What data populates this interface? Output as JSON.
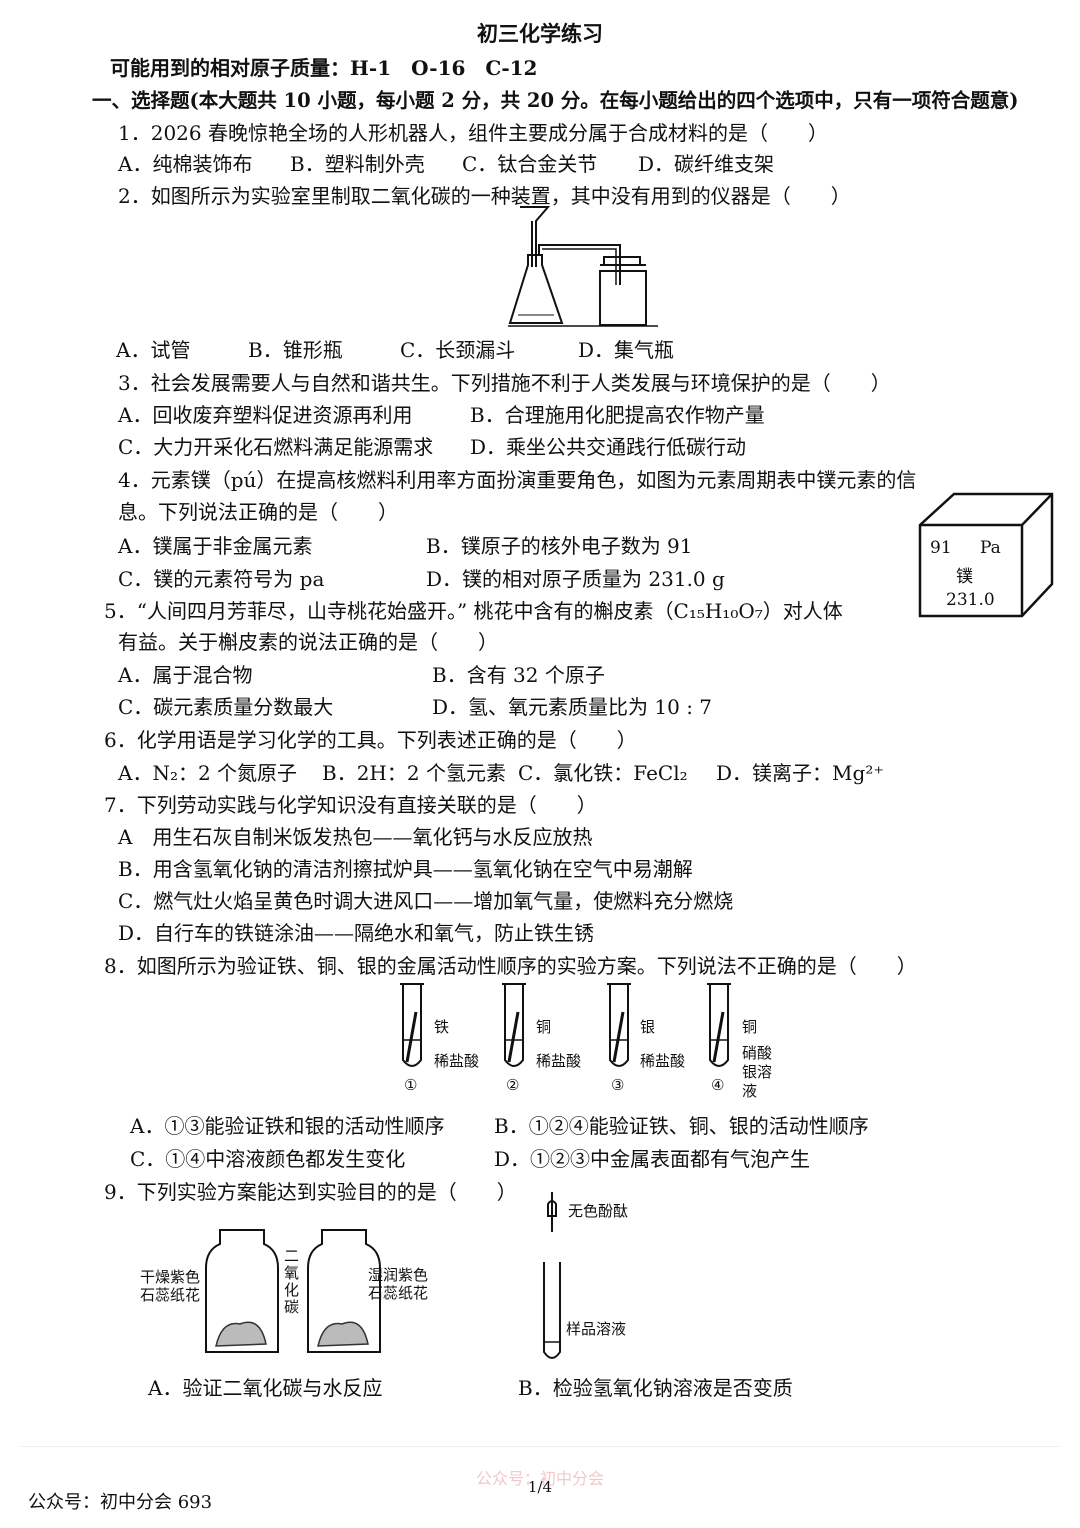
{
  "title": "初三化学练习",
  "atomic_masses": "可能用到的相对原子质量：H-1　O-16　C-12",
  "section_heading": "一、选择题(本大题共 10 小题，每小题 2 分，共 20 分。在每小题给出的四个选项中，只有一项符合题意)",
  "q1": {
    "stem": "1．2026 春晚惊艳全场的人形机器人，组件主要成分属于合成材料的是（　　）",
    "options": [
      "A．纯棉装饰布",
      "B．塑料制外壳",
      "C．钛合金关节",
      "D．碳纤维支架"
    ]
  },
  "q2": {
    "stem": "2．如图所示为实验室里制取二氧化碳的一种装置，其中没有用到的仪器是（　　）",
    "options": [
      "A．试管",
      "B．锥形瓶",
      "C．长颈漏斗",
      "D．集气瓶"
    ]
  },
  "q3": {
    "stem": "3．社会发展需要人与自然和谐共生。下列措施不利于人类发展与环境保护的是（　　）",
    "options": [
      "A．回收废弃塑料促进资源再利用",
      "B．合理施用化肥提高农作物产量",
      "C．大力开采化石燃料满足能源需求",
      "D．乘坐公共交通践行低碳行动"
    ]
  },
  "q4": {
    "stem_line1": "4．元素镤（pú）在提高核燃料利用率方面扮演重要角色，如图为元素周期表中镤元素的信",
    "stem_line2": "息。下列说法正确的是（　　）",
    "options": [
      "A．镤属于非金属元素",
      "B．镤原子的核外电子数为 91",
      "C．镤的元素符号为 pa",
      "D．镤的相对原子质量为 231.0 g"
    ],
    "element": {
      "number": "91",
      "symbol": "Pa",
      "name": "镤",
      "mass": "231.0"
    }
  },
  "q5": {
    "stem_line1": "5．“人间四月芳菲尽，山寺桃花始盛开。” 桃花中含有的槲皮素（C₁₅H₁₀O₇）对人体",
    "stem_line2": "有益。关于槲皮素的说法正确的是（　　）",
    "options": [
      "A．属于混合物",
      "B．含有 32 个原子",
      "C．碳元素质量分数最大",
      "D．氢、氧元素质量比为 10 : 7"
    ]
  },
  "q6": {
    "stem": "6．化学用语是学习化学的工具。下列表述正确的是（　　）",
    "options": [
      "A．N₂：2 个氮原子",
      "B．2H：2 个氢元素",
      "C．氯化铁：FeCl₂",
      "D．镁离子：Mg²⁺"
    ]
  },
  "q7": {
    "stem": "7．下列劳动实践与化学知识没有直接关联的是（　　）",
    "options": [
      "A　用生石灰自制米饭发热包——氧化钙与水反应放热",
      "B．用含氢氧化钠的清洁剂擦拭炉具——氢氧化钠在空气中易潮解",
      "C．燃气灶火焰呈黄色时调大进风口——增加氧气量，使燃料充分燃烧",
      "D．自行车的铁链涂油——隔绝水和氧气，防止铁生锈"
    ]
  },
  "q8": {
    "stem": "8．如图所示为验证铁、铜、银的金属活动性顺序的实验方案。下列说法不正确的是（　　）",
    "tubes": [
      {
        "metal": "铁",
        "solution": "稀盐酸",
        "num": "①"
      },
      {
        "metal": "铜",
        "solution": "稀盐酸",
        "num": "②"
      },
      {
        "metal": "银",
        "solution": "稀盐酸",
        "num": "③"
      },
      {
        "metal": "铜",
        "solution": "硝酸银溶液",
        "num": "④"
      }
    ],
    "options": [
      "A．①③能验证铁和银的活动性顺序",
      "B．①②④能验证铁、铜、银的活动性顺序",
      "C．①④中溶液颜色都发生变化",
      "D．①②③中金属表面都有气泡产生"
    ]
  },
  "q9": {
    "stem": "9．下列实验方案能达到实验目的的是（　　）",
    "label_dry": "干燥紫色石蕊纸花",
    "label_wet": "湿润紫色石蕊纸花",
    "label_gas": "二氧化碳",
    "label_phenol": "无色酚酞",
    "label_sample": "样品溶液",
    "option_a": "A．验证二氧化碳与水反应",
    "option_b": "B．检验氢氧化钠溶液是否变质"
  },
  "footer": {
    "left": "公众号：初中分会 693",
    "page": "1/4",
    "watermark": "公众号：初中分会"
  }
}
